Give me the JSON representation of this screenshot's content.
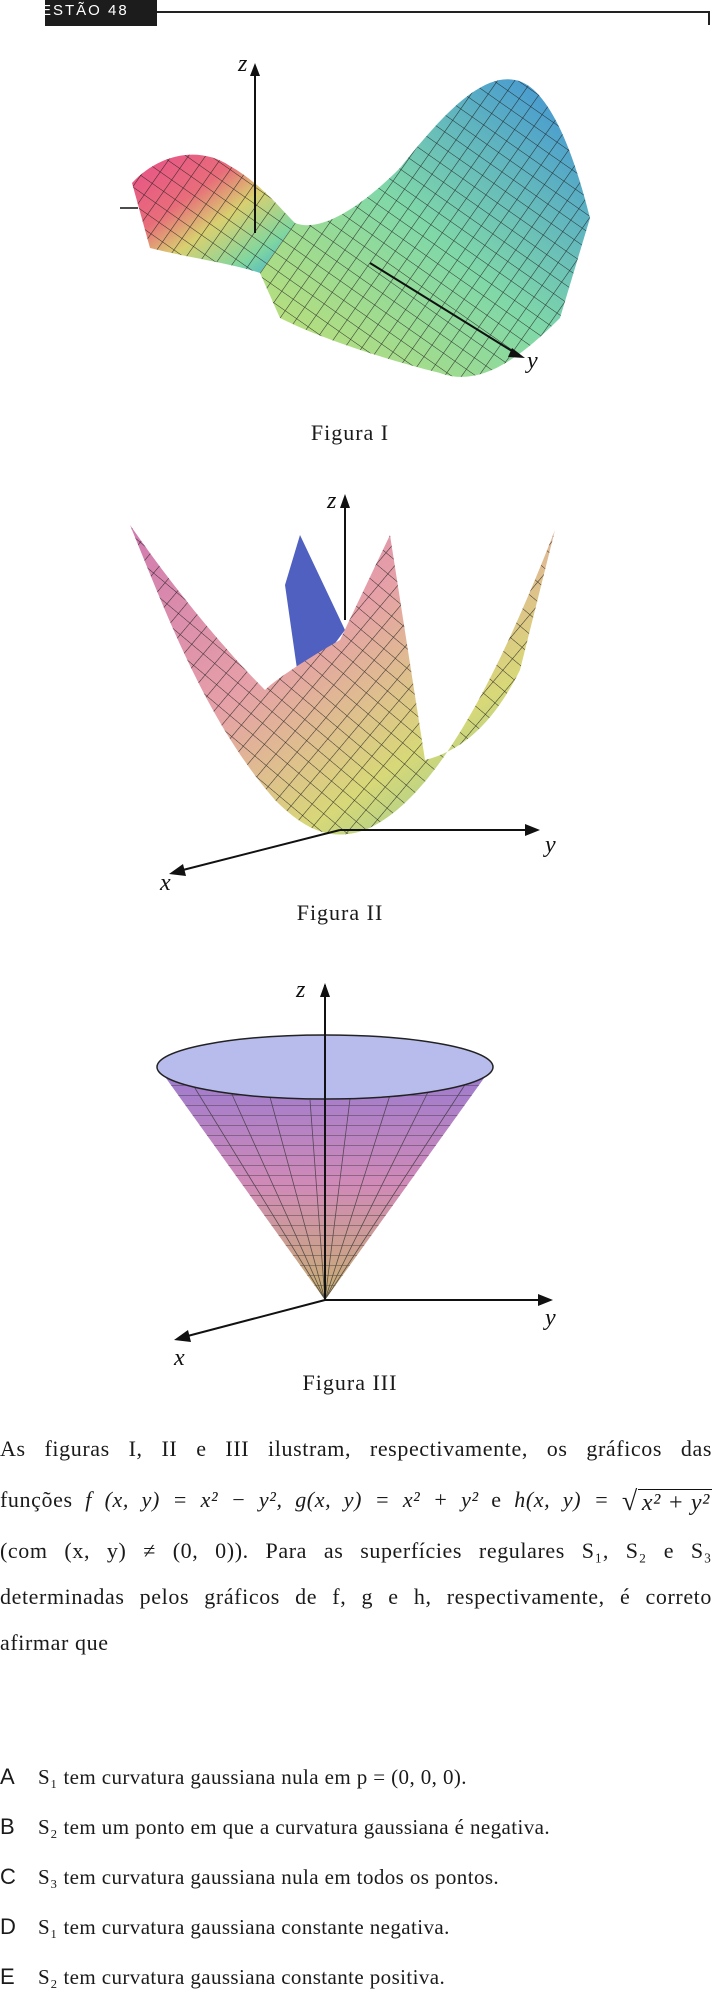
{
  "header": {
    "label": "ESTÃO 48"
  },
  "figures": [
    {
      "caption": "Figura I",
      "axes": {
        "x": "x",
        "y": "y",
        "z": "z"
      }
    },
    {
      "caption": "Figura II",
      "axes": {
        "x": "x",
        "y": "y",
        "z": "z"
      }
    },
    {
      "caption": "Figura III",
      "axes": {
        "x": "x",
        "y": "y",
        "z": "z"
      }
    }
  ],
  "question": {
    "line1": "As figuras I, II e III ilustram, respectivamente, os gráficos das",
    "line2": {
      "prefix": "funções ",
      "f_def": "f (x, y) = x² − y², ",
      "g_def": "g(x, y) = x² + y² ",
      "e": "e ",
      "h_def": "h(x, y) = ",
      "radicand": "x² + y²"
    },
    "line3": "(com (x, y) ≠ (0, 0)). Para as superfícies regulares S₁, S₂ e S₃",
    "line4": "determinadas pelos gráficos de f, g e h, respectivamente, é correto",
    "line5": "afirmar que"
  },
  "options": [
    {
      "letter": "A",
      "text": "S₁ tem curvatura gaussiana nula em p = (0, 0, 0)."
    },
    {
      "letter": "B",
      "text": "S₂ tem um ponto em que a curvatura gaussiana é negativa."
    },
    {
      "letter": "C",
      "text": "S₃ tem curvatura gaussiana nula em todos os pontos."
    },
    {
      "letter": "D",
      "text": "S₁ tem curvatura gaussiana constante negativa."
    },
    {
      "letter": "E",
      "text": "S₂ tem curvatura gaussiana constante positiva."
    }
  ]
}
